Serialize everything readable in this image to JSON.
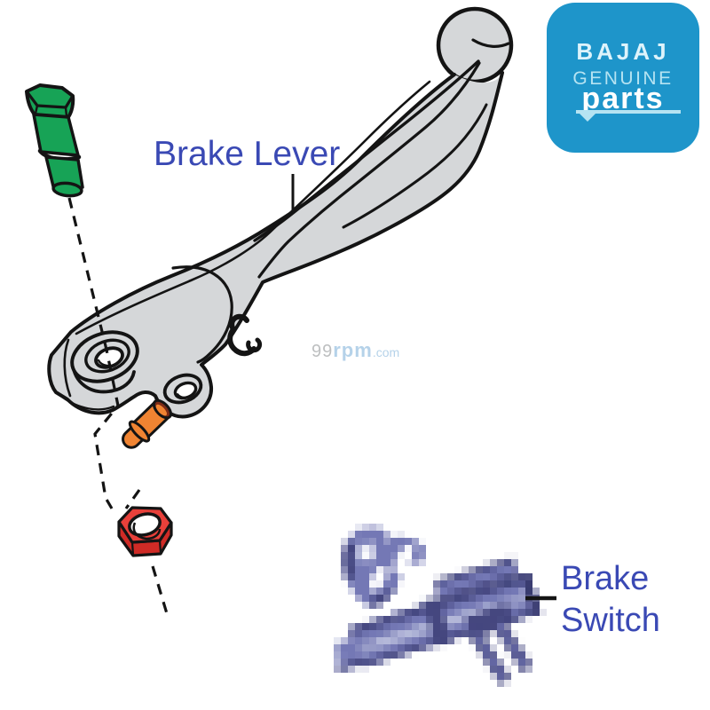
{
  "labels": {
    "brake_lever": "Brake Lever",
    "brake_switch_line1": "Brake",
    "brake_switch_line2": "Switch"
  },
  "watermark": {
    "gray": "99",
    "blue_bold": "rpm",
    "blue_small": ".com"
  },
  "logo": {
    "brand": "BAJAJ",
    "line2": "GENUINE",
    "line3": "parts"
  },
  "palette": {
    "label_blue": "#3a49b4",
    "logo_blue": "#1e95ca",
    "logo_pale": "#b5e3f2",
    "logo_text": "#ddf3fb",
    "lever_gray": "#d5d7d9",
    "line_black": "#141414",
    "bolt_green": "#17a356",
    "pin_orange": "#f08432",
    "pin_cap_dark": "#7d2b16",
    "nut_red": "#e8403a",
    "nut_red_dark": "#cf2b26",
    "watermark_gray": "#b2b4b6",
    "watermark_blue": "#a9cbe6",
    "switch_mid": "#7478b5",
    "switch_dark": "#45477f",
    "switch_deep": "#34366a",
    "switch_light": "#989cc8",
    "switch_pale": "#bcc0de"
  }
}
